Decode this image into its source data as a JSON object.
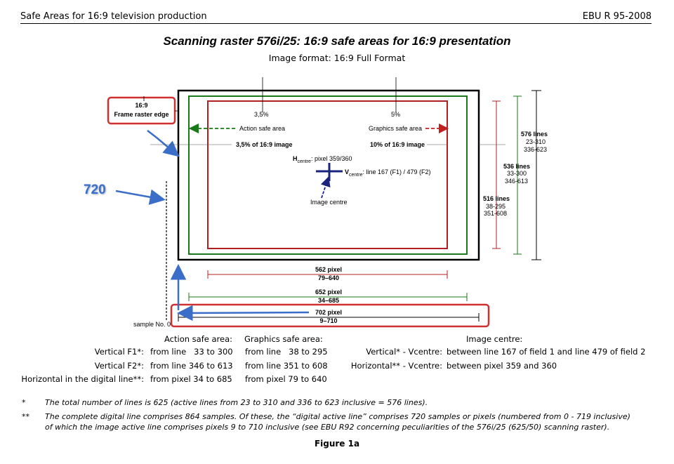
{
  "header": {
    "left": "Safe Areas for 16:9 television production",
    "right": "EBU R 95-2008"
  },
  "title": "Scanning raster 576i/25: 16:9 safe areas for 16:9 presentation",
  "subtitle": "Image format: 16:9 Full Format",
  "diagram": {
    "frame_label_1": "16:9",
    "frame_label_2": "Frame raster edge",
    "pct_action": "3,5%",
    "pct_graphics": "5%",
    "action_safe": "Action safe area",
    "graphics_safe": "Graphics safe area",
    "action_image": "3,5% of 16:9 image",
    "graphics_image": "10% of 16:9 image",
    "hcentre_h": "H",
    "hcentre_sub": "centre",
    "hcentre_text": ": pixel 359/360",
    "vcentre_v": "V",
    "vcentre_sub": "centre",
    "vcentre_text": ": line 167 (F1) / 479 (F2)",
    "image_centre": "Image centre",
    "lines_576": "576 lines",
    "lines_576_a": "23-310",
    "lines_576_b": "336-623",
    "lines_536": "536 lines",
    "lines_536_a": "33-300",
    "lines_536_b": "346-613",
    "lines_516": "516 lines",
    "lines_516_a": "38-295",
    "lines_516_b": "351-608",
    "px_562": "562 pixel",
    "px_562_r": "79–640",
    "px_652": "652 pixel",
    "px_652_r": "34–685",
    "px_702": "702 pixel",
    "px_702_r": "9–710",
    "sample0": "sample No. 0",
    "annotation_720": "720"
  },
  "colors": {
    "green": "#1a7a1a",
    "red": "#b02020",
    "blue": "#3a6ec8",
    "navy": "#1a237e"
  },
  "table": {
    "col_action": "Action safe area:",
    "col_graphics": "Graphics safe area:",
    "col_centre": "Image centre:",
    "rows": [
      {
        "label": "Vertical F1*:",
        "action": "from line   33 to 300",
        "graphics": "from line   38 to 295"
      },
      {
        "label": "Vertical F2*:",
        "action": "from line 346 to 613",
        "graphics": "from line 351 to 608"
      },
      {
        "label": "Horizontal in the digital line**:",
        "action": "from pixel 34 to 685",
        "graphics": "from pixel 79 to 640"
      }
    ],
    "centre_rows": [
      {
        "label": "Vertical* - Vcentre:",
        "value": "between line 167 of field 1 and line 479 of field 2"
      },
      {
        "label": "Horizontal** - Vcentre:",
        "value": "between pixel 359 and 360"
      }
    ]
  },
  "notes": [
    {
      "mark": "*",
      "text": "The total number of lines is 625 (active lines from 23 to 310 and 336 to 623 inclusive = 576 lines)."
    },
    {
      "mark": "**",
      "text": "The complete digital line comprises 864 samples. Of these, the “digital active line” comprises 720 samples or pixels (numbered from 0 - 719 inclusive)",
      "text2": "of which the image active line comprises pixels 9 to 710 inclusive (see EBU R92 concerning peculiarities of the 576i/25 (625/50) scanning raster)."
    }
  ],
  "figure": "Figure 1a"
}
